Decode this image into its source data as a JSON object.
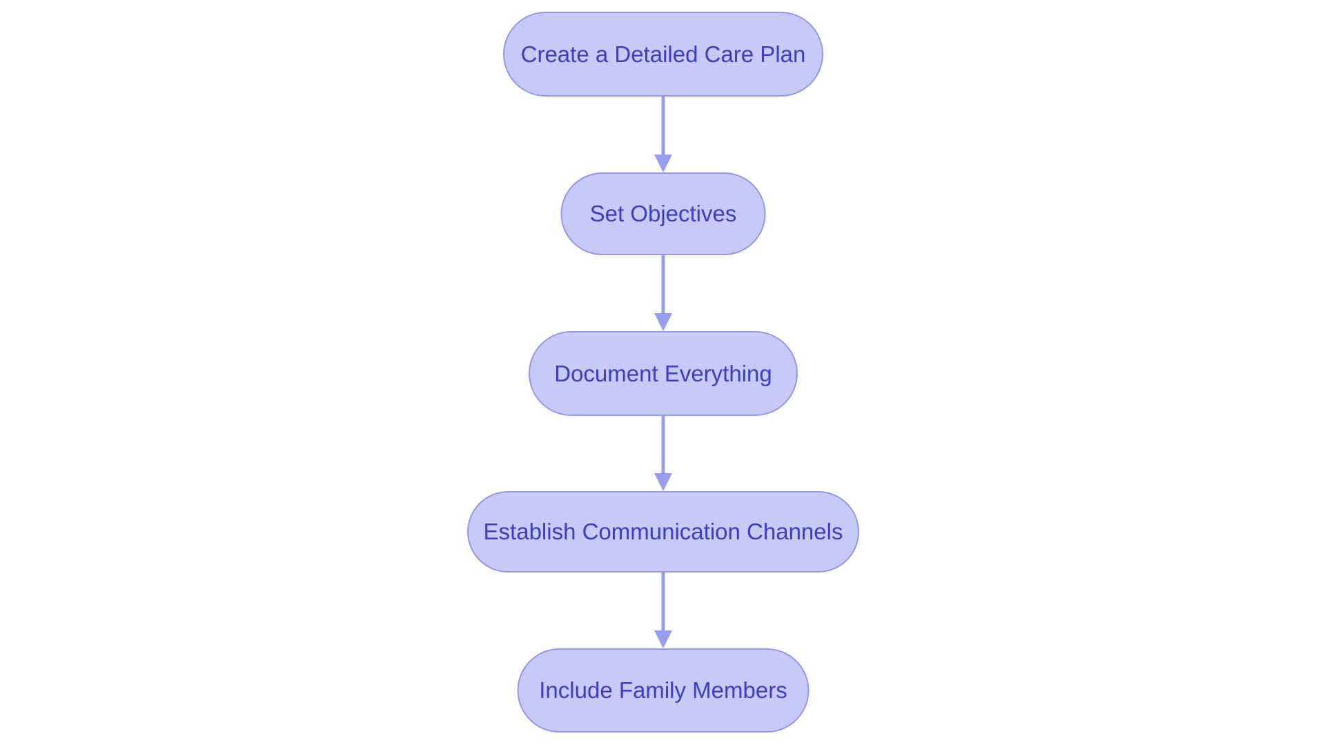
{
  "diagram": {
    "type": "flowchart",
    "direction": "top-down",
    "background_color": "#ffffff",
    "node_fill_color": "#c7c9f7",
    "node_border_color": "#9398e9",
    "node_text_color": "#3b3ec1",
    "arrow_color": "#989eee",
    "nodes": [
      {
        "id": "create-care-plan",
        "label": "Create a Detailed Care Plan"
      },
      {
        "id": "set-objectives",
        "label": "Set Objectives"
      },
      {
        "id": "document-everything",
        "label": "Document Everything"
      },
      {
        "id": "establish-communication-channels",
        "label": "Establish Communication Channels"
      },
      {
        "id": "include-family-members",
        "label": "Include Family Members"
      }
    ],
    "edges": [
      {
        "from": "Create a Detailed Care Plan",
        "to": "Set Objectives"
      },
      {
        "from": "Set Objectives",
        "to": "Document Everything"
      },
      {
        "from": "Document Everything",
        "to": "Establish Communication Channels"
      },
      {
        "from": "Establish Communication Channels",
        "to": "Include Family Members"
      }
    ]
  }
}
